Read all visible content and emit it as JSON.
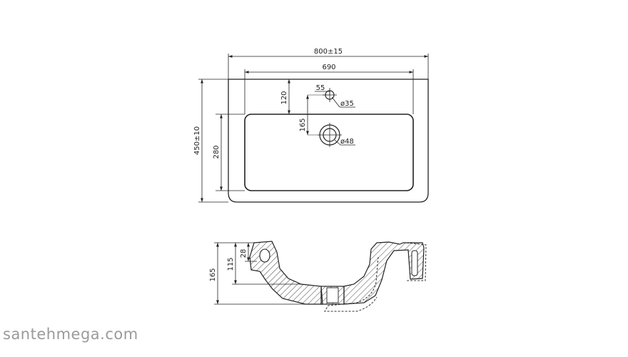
{
  "top_view": {
    "overall_width": "800±15",
    "bowl_width": "690",
    "overall_depth": "450±10",
    "bowl_depth": "280",
    "tap_hole_offset_y": "120",
    "tap_hole_offset_x": "55",
    "tap_hole_diameter": "ø35",
    "drain_offset": "165",
    "drain_diameter": "ø48"
  },
  "section_view": {
    "total_height": "165",
    "basin_depth": "115",
    "rim_height": "28"
  },
  "watermark": "santehmega.com"
}
